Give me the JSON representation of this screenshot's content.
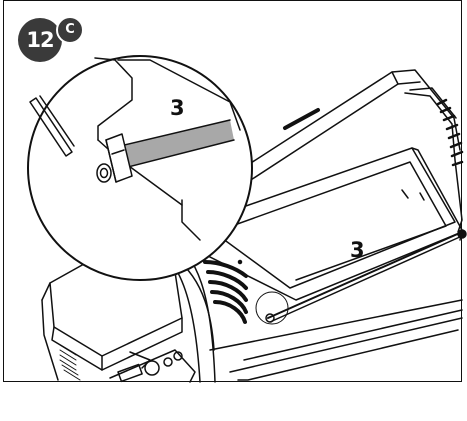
{
  "step": {
    "number": "12",
    "sub": "C"
  },
  "callouts": {
    "detail": "3",
    "main": "3"
  },
  "colors": {
    "badge": "#3a3a3a",
    "line": "#111111",
    "part_highlight": "#a8a8a8",
    "background": "#ffffff"
  }
}
